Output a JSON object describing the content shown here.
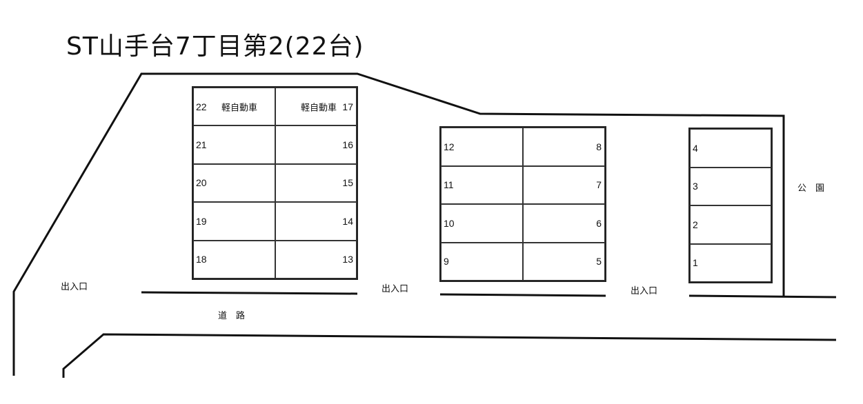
{
  "title": "ST山手台7丁目第2(22台)",
  "labels": {
    "entrance_1": "出入口",
    "entrance_2": "出入口",
    "entrance_3": "出入口",
    "road": "道　路",
    "park": "公　園"
  },
  "blocks": {
    "block_a": {
      "left": [
        {
          "num": "22",
          "note": "軽自動車"
        },
        {
          "num": "21",
          "note": ""
        },
        {
          "num": "20",
          "note": ""
        },
        {
          "num": "19",
          "note": ""
        },
        {
          "num": "18",
          "note": ""
        }
      ],
      "right": [
        {
          "num": "17",
          "note": "軽自動車"
        },
        {
          "num": "16",
          "note": ""
        },
        {
          "num": "15",
          "note": ""
        },
        {
          "num": "14",
          "note": ""
        },
        {
          "num": "13",
          "note": ""
        }
      ]
    },
    "block_b": {
      "left": [
        {
          "num": "12"
        },
        {
          "num": "11"
        },
        {
          "num": "10"
        },
        {
          "num": "9"
        }
      ],
      "right": [
        {
          "num": "8"
        },
        {
          "num": "7"
        },
        {
          "num": "6"
        },
        {
          "num": "5"
        }
      ]
    },
    "block_c": {
      "left": [
        {
          "num": "4"
        },
        {
          "num": "3"
        },
        {
          "num": "2"
        },
        {
          "num": "1"
        }
      ]
    }
  },
  "total_spaces": 22
}
